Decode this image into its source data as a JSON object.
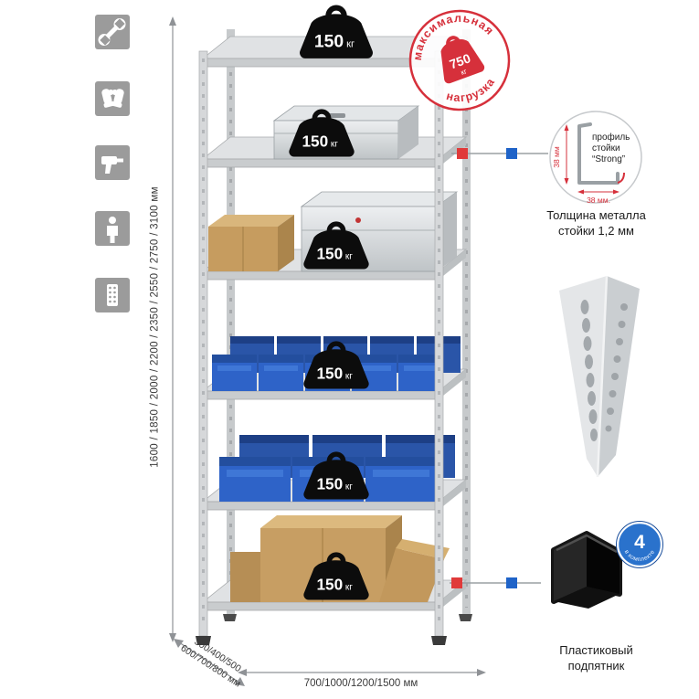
{
  "colors": {
    "red": "#d6303b",
    "blue": "#1f63c8",
    "icon_grey": "#9b9b9b",
    "metal": "#d6d8da"
  },
  "left_toolbar": {
    "icons": [
      {
        "name": "wrench"
      },
      {
        "name": "gloves"
      },
      {
        "name": "drill"
      },
      {
        "name": "person"
      },
      {
        "name": "perforated-post"
      }
    ]
  },
  "height_dimension": {
    "label": "1600 / 1850 / 2000 / 2200 / 2350 / 2550 / 2750 / 3100 мм"
  },
  "shelves": [
    {
      "load": "150",
      "unit": "кг"
    },
    {
      "load": "150",
      "unit": "кг"
    },
    {
      "load": "150",
      "unit": "кг"
    },
    {
      "load": "150",
      "unit": "кг"
    },
    {
      "load": "150",
      "unit": "кг"
    },
    {
      "load": "150",
      "unit": "кг"
    }
  ],
  "max_load_stamp": {
    "arc_top": "максимальная",
    "arc_bottom": "нагрузка",
    "value": "750",
    "unit": "кг"
  },
  "profile_detail": {
    "line1": "профиль",
    "line2": "стойки",
    "line3": "“Strong”",
    "dim_vertical": "38 мм",
    "dim_horizontal": "38 мм.",
    "caption1": "Толщина металла",
    "caption2": "стойки 1,2 мм"
  },
  "foot_detail": {
    "badge_value": "4",
    "badge_text": "в комплекте",
    "caption1": "Пластиковый",
    "caption2": "подпятник"
  },
  "bottom_dimensions": {
    "depth_line1": "300/400/500",
    "depth_line2": "600/700/800 мм",
    "width": "700/1000/1200/1500 мм"
  }
}
